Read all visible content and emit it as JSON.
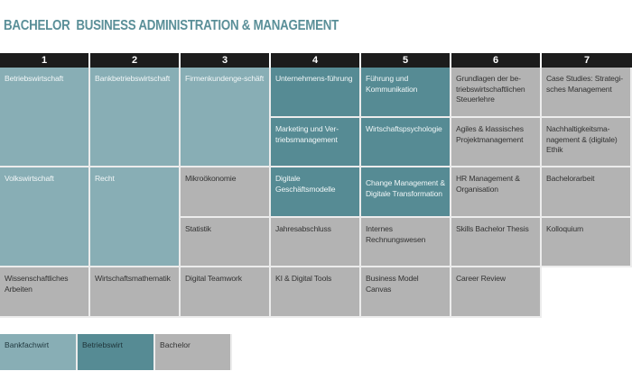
{
  "title": "BACHELOR  BUSINESS ADMINISTRATION & MANAGEMENT",
  "colors": {
    "bankfachwirt": "#88aeb5",
    "betriebswirt": "#568b94",
    "bachelor": "#b3b3b3",
    "header": "#1c1c1c",
    "title": "#5a8f98"
  },
  "semesters": [
    "1",
    "2",
    "3",
    "4",
    "5",
    "6",
    "7"
  ],
  "modules": {
    "c1r1": "Betriebswirtschaft",
    "c1r2": "Volkswirtschaft",
    "c1r3": "Wissenschaftliches Arbeiten",
    "c2r1": "Bankbetriebswirtschaft",
    "c2r2": "Recht",
    "c2r3": "Wirtschaftsmathematik",
    "c3r1": "Firmenkundenge-schäft",
    "c3r2a": "Mikroökonomie",
    "c3r2b": "Statistik",
    "c3r3": "Digital Teamwork",
    "c4r1a": "Unternehmens-führung",
    "c4r1b": "Marketing und Ver-triebsmanagement",
    "c4r2a": "Digitale Geschäftsmodelle",
    "c4r2b": "Jahresabschluss",
    "c4r3": "KI & Digital Tools",
    "c5r1a": "Führung und Kommunikation",
    "c5r1b": "Wirtschaftspsychologie",
    "c5r2a": "Change Management & Digitale Transformation",
    "c5r2b": "Internes Rechnungswesen",
    "c5r3": "Business Model Canvas",
    "c6r1a": "Grundlagen der be-triebswirtschaftlichen Steuerlehre",
    "c6r1b": "Agiles & klassisches Projektmanagement",
    "c6r2a": "HR Management & Organisation",
    "c6r2b": "Skills Bachelor Thesis",
    "c6r3": "Career Review",
    "c7r1a": "Case Studies: Strategi-sches Management",
    "c7r1b": "Nachhaltigkeitsma-nagement & (digitale) Ethik",
    "c7r2a": "Bachelorarbeit",
    "c7r2b": "Kolloquium"
  },
  "legend": [
    "Bankfachwirt",
    "Betriebswirt",
    "Bachelor"
  ]
}
